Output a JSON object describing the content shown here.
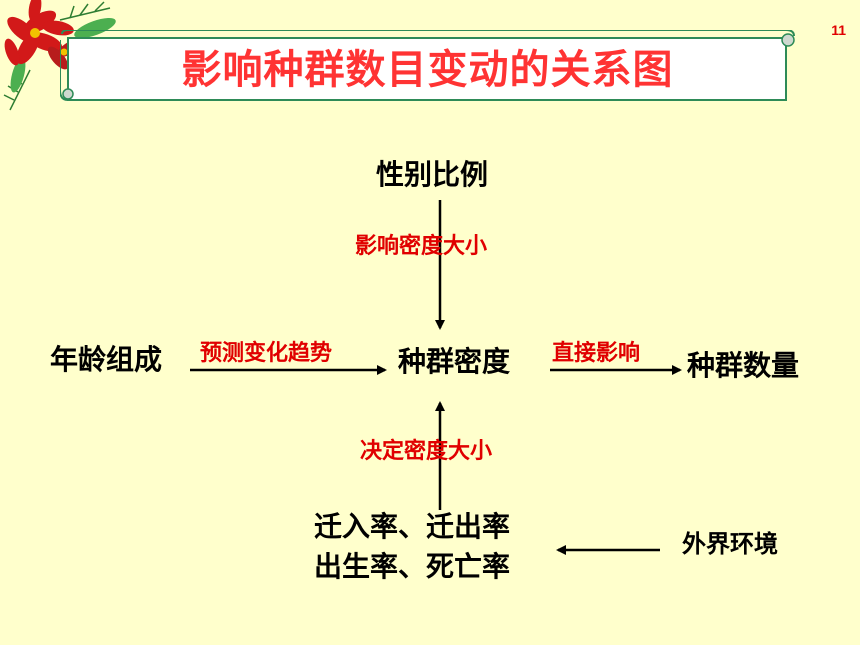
{
  "slide": {
    "page_number": "11",
    "title": "影响种群数目变动的关系图"
  },
  "nodes": {
    "sex_ratio": "性别比例",
    "age_structure": "年龄组成",
    "population_density": "种群密度",
    "population_size": "种群数量",
    "migration_rates": "迁入率、迁出率",
    "birth_death_rates": "出生率、死亡率",
    "external_environment": "外界环境"
  },
  "edges": {
    "sex_ratio_to_density": "影响密度大小",
    "age_to_density": "预测变化趋势",
    "density_to_size": "直接影响",
    "rates_to_density": "决定密度大小"
  },
  "colors": {
    "background": "#ffffcc",
    "title": "#ff3333",
    "edge_label": "#e00000",
    "banner_border": "#2e8b57",
    "banner_fill": "#ffffff"
  }
}
